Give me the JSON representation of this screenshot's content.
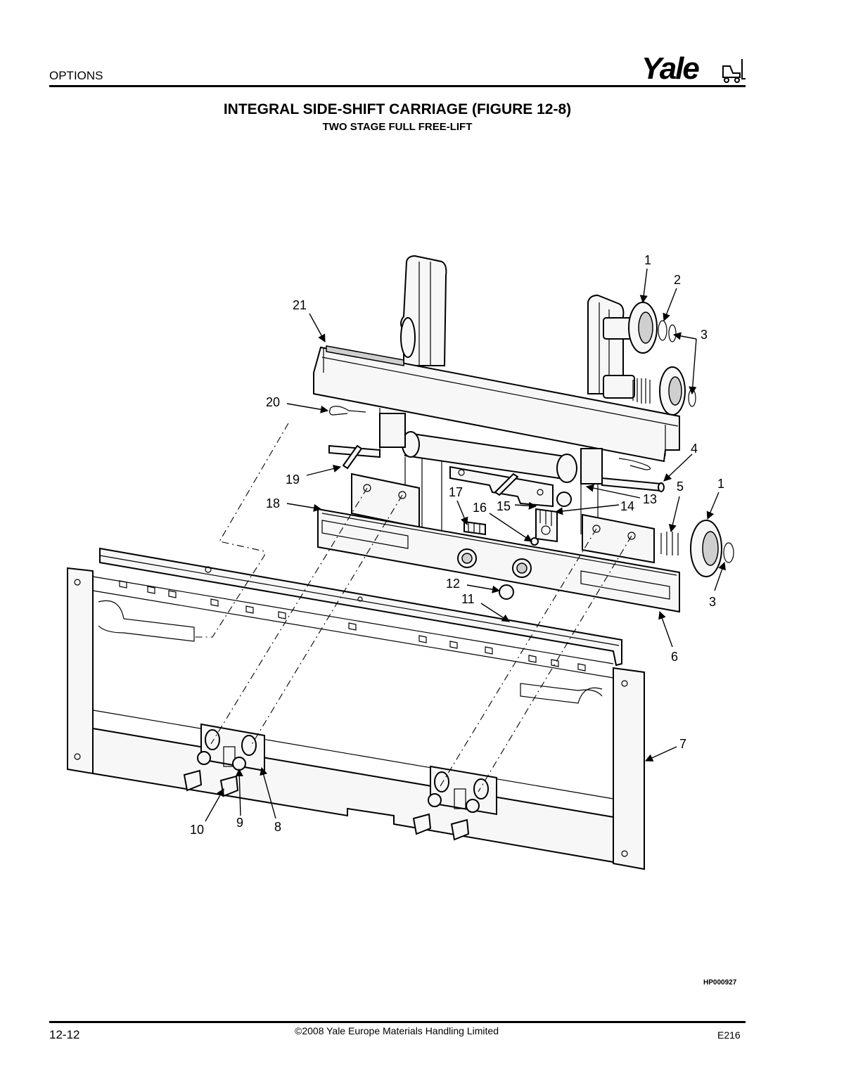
{
  "header": {
    "section": "OPTIONS",
    "brand": "Yale"
  },
  "title": "INTEGRAL SIDE-SHIFT CARRIAGE (FIGURE 12-8)",
  "subtitle": "TWO STAGE FULL FREE-LIFT",
  "callouts": {
    "c1a": "1",
    "c2": "2",
    "c3a": "3",
    "c21": "21",
    "c20": "20",
    "c4": "4",
    "c5": "5",
    "c1b": "1",
    "c19": "19",
    "c13": "13",
    "c18": "18",
    "c17": "17",
    "c16": "16",
    "c15": "15",
    "c14": "14",
    "c3b": "3",
    "c12": "12",
    "c11": "11",
    "c6": "6",
    "c7": "7",
    "c10": "10",
    "c9": "9",
    "c8": "8"
  },
  "figure_code": "HP000927",
  "footer": {
    "page_number": "12-12",
    "copyright": "©2008 Yale Europe Materials Handling Limited",
    "doc_code": "E216"
  }
}
